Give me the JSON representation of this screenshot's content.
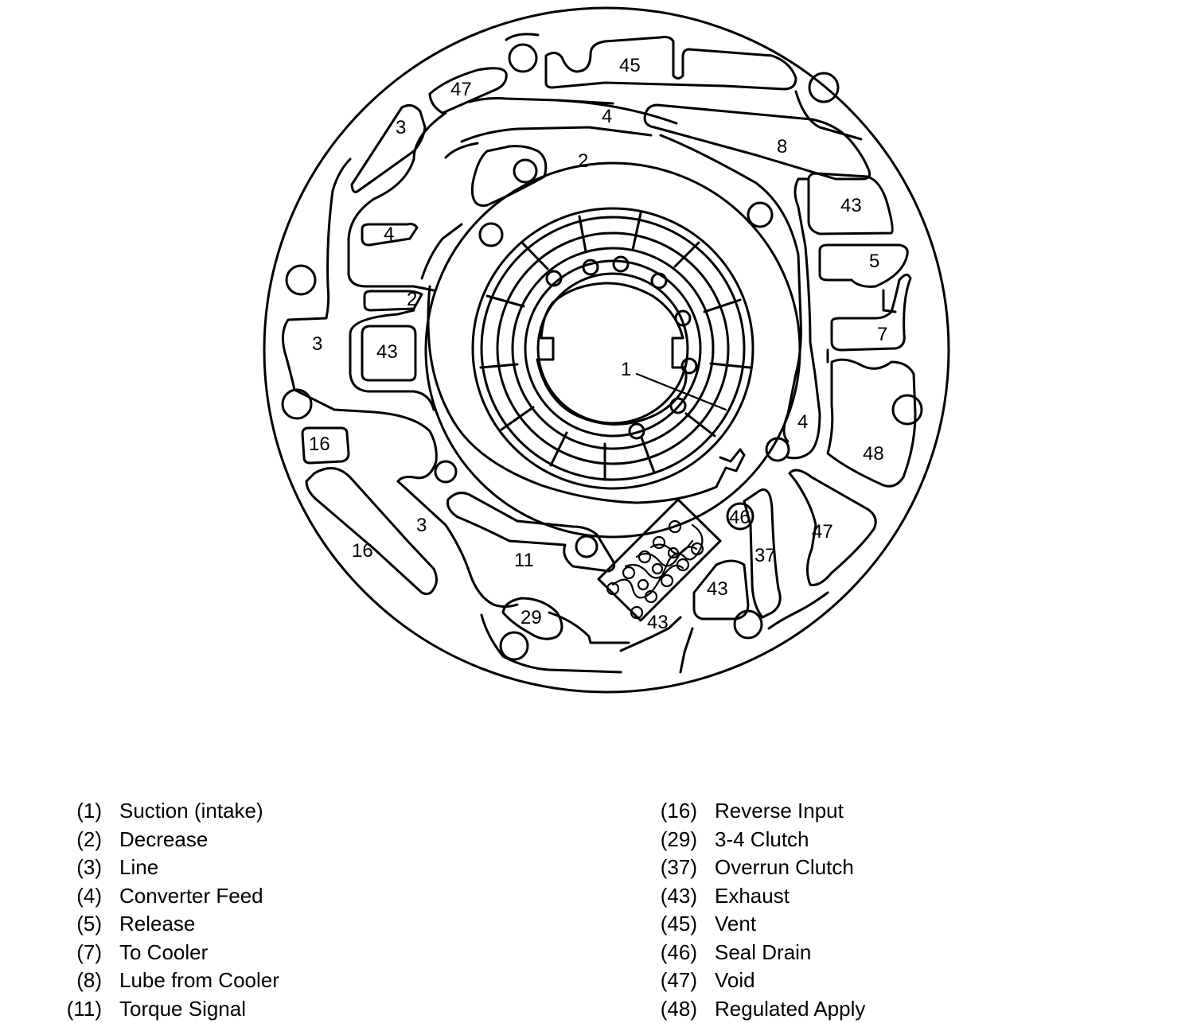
{
  "diagram_labels": [
    {
      "id": "l45",
      "text": "45"
    },
    {
      "id": "l47a",
      "text": "47"
    },
    {
      "id": "l3a",
      "text": "3"
    },
    {
      "id": "l4a",
      "text": "4"
    },
    {
      "id": "l8",
      "text": "8"
    },
    {
      "id": "l2a",
      "text": "2"
    },
    {
      "id": "l43a",
      "text": "43"
    },
    {
      "id": "l4b",
      "text": "4"
    },
    {
      "id": "l5",
      "text": "5"
    },
    {
      "id": "l2b",
      "text": "2"
    },
    {
      "id": "l7",
      "text": "7"
    },
    {
      "id": "l3b",
      "text": "3"
    },
    {
      "id": "l43b",
      "text": "43"
    },
    {
      "id": "l1",
      "text": "1"
    },
    {
      "id": "l4c",
      "text": "4"
    },
    {
      "id": "l16a",
      "text": "16"
    },
    {
      "id": "l48",
      "text": "48"
    },
    {
      "id": "l46",
      "text": "46"
    },
    {
      "id": "l3c",
      "text": "3"
    },
    {
      "id": "l47b",
      "text": "47"
    },
    {
      "id": "l16b",
      "text": "16"
    },
    {
      "id": "l11",
      "text": "11"
    },
    {
      "id": "l37",
      "text": "37"
    },
    {
      "id": "l43c",
      "text": "43"
    },
    {
      "id": "l29",
      "text": "29"
    },
    {
      "id": "l43d",
      "text": "43"
    }
  ],
  "legend": {
    "left": [
      {
        "num": "(1)",
        "label": "Suction (intake)"
      },
      {
        "num": "(2)",
        "label": "Decrease"
      },
      {
        "num": "(3)",
        "label": "Line"
      },
      {
        "num": "(4)",
        "label": "Converter Feed"
      },
      {
        "num": "(5)",
        "label": "Release"
      },
      {
        "num": "(7)",
        "label": "To Cooler"
      },
      {
        "num": "(8)",
        "label": "Lube from Cooler"
      },
      {
        "num": "(11)",
        "label": "Torque Signal"
      }
    ],
    "right": [
      {
        "num": "(16)",
        "label": "Reverse Input"
      },
      {
        "num": "(29)",
        "label": "3-4 Clutch"
      },
      {
        "num": "(37)",
        "label": "Overrun Clutch"
      },
      {
        "num": "(43)",
        "label": "Exhaust"
      },
      {
        "num": "(45)",
        "label": "Vent"
      },
      {
        "num": "(46)",
        "label": "Seal Drain"
      },
      {
        "num": "(47)",
        "label": "Void"
      },
      {
        "num": "(48)",
        "label": "Regulated Apply"
      }
    ]
  }
}
